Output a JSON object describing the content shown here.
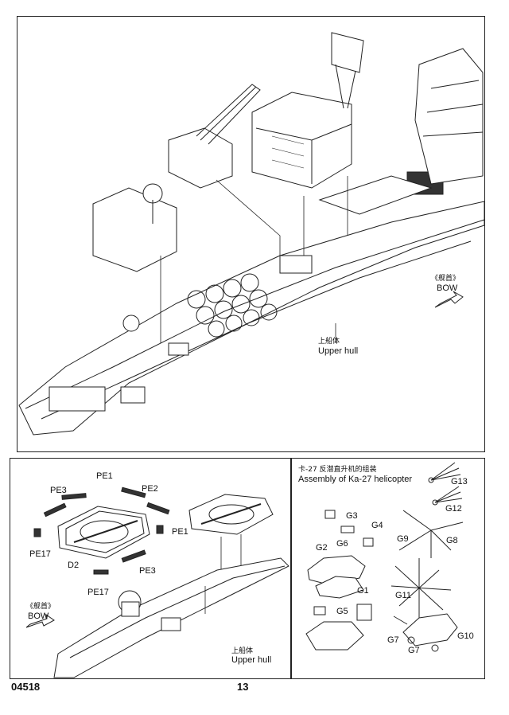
{
  "main": {
    "upper_hull_zh": "上船体",
    "upper_hull_en": "Upper hull",
    "bow_zh": "《舰首》",
    "bow_en": "BOW"
  },
  "deck": {
    "parts": [
      "PE1",
      "PE2",
      "PE3",
      "PE17",
      "D2",
      "PE1",
      "PE3",
      "PE17"
    ],
    "bow_zh": "《舰首》",
    "bow_en": "BOW",
    "upper_hull_zh": "上船体",
    "upper_hull_en": "Upper hull"
  },
  "heli": {
    "title_zh": "卡-27 反潜直升机的组装",
    "title_en": "Assembly of Ka-27 helicopter",
    "parts": [
      "G13",
      "G3",
      "G4",
      "G12",
      "G2",
      "G6",
      "G9",
      "G8",
      "G1",
      "G5",
      "G11",
      "G7",
      "G10",
      "G7"
    ]
  },
  "footer": {
    "code": "04518",
    "page": "13"
  }
}
